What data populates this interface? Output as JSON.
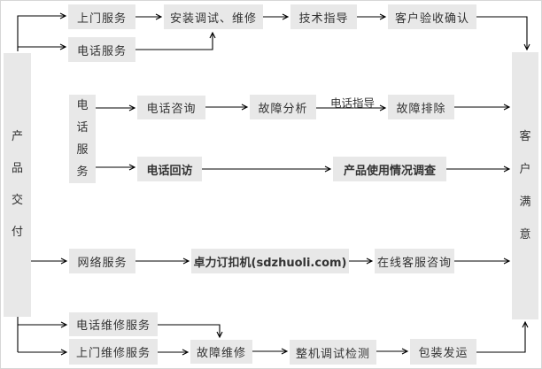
{
  "flowchart": {
    "colors": {
      "box_fill": "#e8e8e8",
      "line": "#000000",
      "text": "#333333",
      "background": "#ffffff"
    },
    "nodes": {
      "product_delivery": "产品交付",
      "customer_satisfaction": "客户满意",
      "onsite_service": "上门服务",
      "phone_service_top": "电话服务",
      "install_debug_repair": "安装调试、维修",
      "tech_guidance": "技术指导",
      "customer_acceptance": "客户验收确认",
      "phone_service_mid": "电话服务",
      "phone_consult": "电话咨询",
      "fault_analysis": "故障分析",
      "fault_removal": "故障排除",
      "phone_callback": "电话回访",
      "product_usage_survey": "产品使用情况调查",
      "network_service": "网络服务",
      "zhuoli_machine": "卓力订扣机(sdzhuoli.com)",
      "online_consult": "在线客服咨询",
      "phone_repair_service": "电话维修服务",
      "onsite_repair_service": "上门维修服务",
      "fault_repair": "故障维修",
      "machine_test": "整机调试检测",
      "packing_shipping": "包装发运"
    },
    "edge_labels": {
      "phone_guidance": "电话指导"
    }
  }
}
